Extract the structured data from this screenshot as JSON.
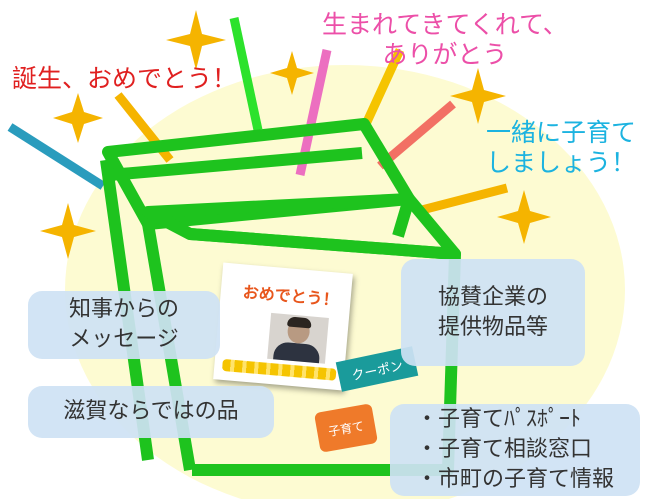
{
  "messages": {
    "birth": "誕生、おめでとう！",
    "thanks": "生まれてきてくれて、\nありがとう",
    "together": "一緒に子育て\nしましょう！"
  },
  "boxes": {
    "governor": "知事からの\nメッセージ",
    "shiga": "滋賀ならではの品",
    "sponsor": "協賛企業の\n提供物品等",
    "info": "・子育てﾊﾟｽﾎﾟｰﾄ\n・子育て相談窓口\n・市町の子育て情報"
  },
  "items": {
    "card_title": "おめでとう！",
    "coupon": "クーポン",
    "child": "子育て"
  },
  "colors": {
    "box_green": "#1ec31e",
    "glow": "#fdfbd2",
    "star": "#f5b400",
    "birth_text": "#e02020",
    "thanks_text": "#ec4fa8",
    "together_text": "#1cb3e0",
    "panel": "#cee2f4"
  }
}
